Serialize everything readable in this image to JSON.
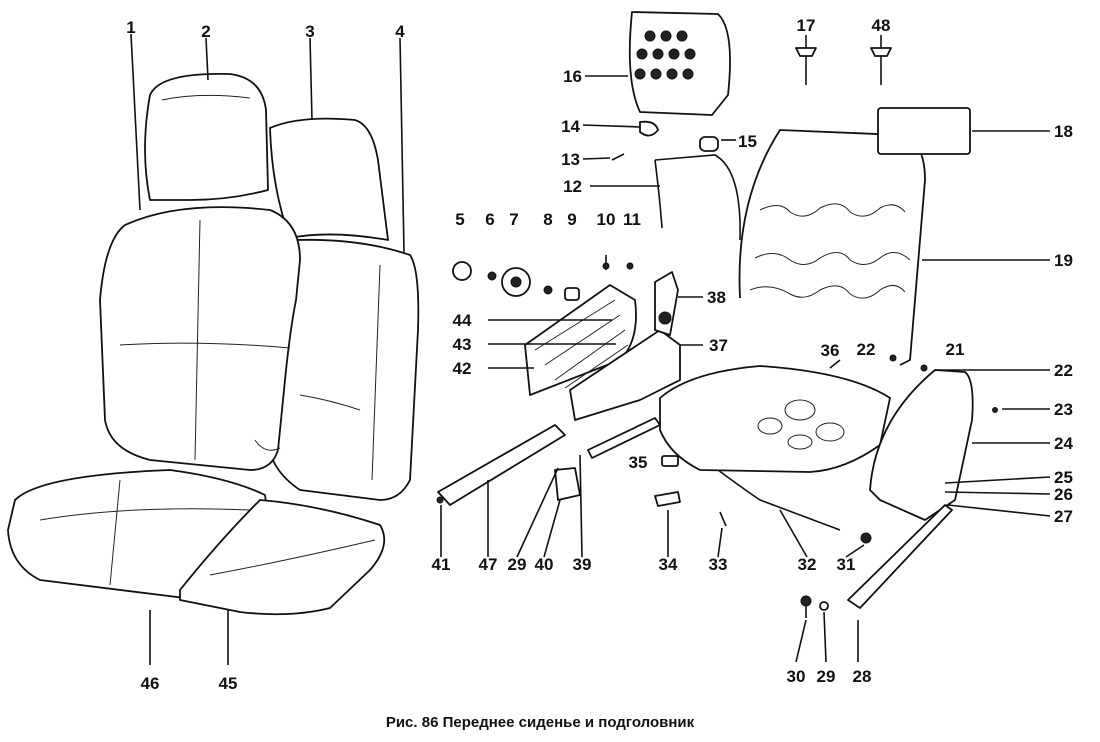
{
  "caption": "Рис. 86 Переднее сиденье и подголовник",
  "labels": [
    "1",
    "2",
    "3",
    "4",
    "5",
    "6",
    "7",
    "8",
    "9",
    "10",
    "11",
    "12",
    "13",
    "14",
    "15",
    "16",
    "17",
    "48",
    "18",
    "19",
    "21",
    "22",
    "22",
    "23",
    "24",
    "25",
    "26",
    "27",
    "28",
    "29",
    "30",
    "31",
    "32",
    "33",
    "34",
    "35",
    "36",
    "37",
    "38",
    "39",
    "40",
    "29",
    "47",
    "41",
    "42",
    "43",
    "44",
    "45",
    "46"
  ]
}
